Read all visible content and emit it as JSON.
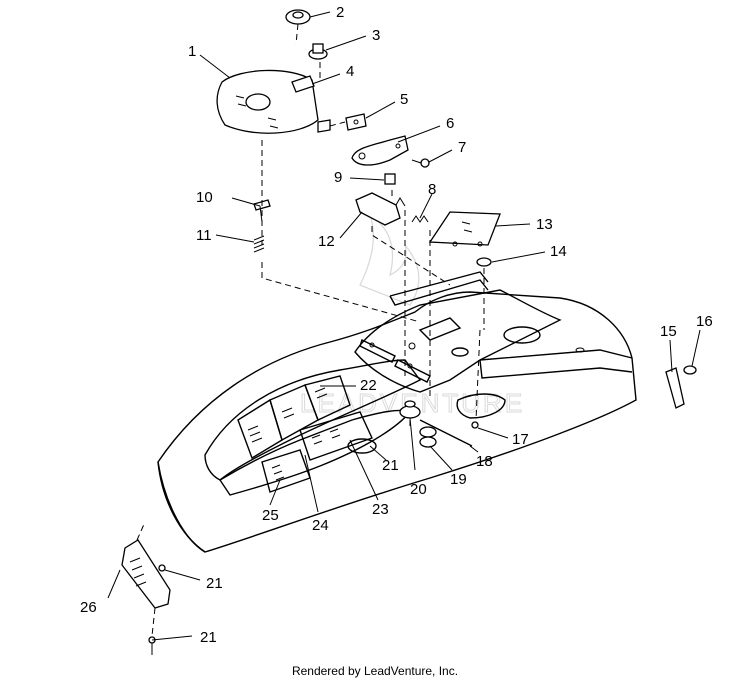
{
  "callouts": {
    "c1": "1",
    "c2": "2",
    "c3": "3",
    "c4": "4",
    "c5": "5",
    "c6": "6",
    "c7": "7",
    "c8": "8",
    "c9": "9",
    "c10": "10",
    "c11": "11",
    "c12": "12",
    "c13": "13",
    "c14": "14",
    "c15": "15",
    "c16": "16",
    "c17": "17",
    "c18": "18",
    "c19": "19",
    "c20": "20",
    "c21a": "21",
    "c21b": "21",
    "c21c": "21",
    "c22": "22",
    "c23": "23",
    "c24": "24",
    "c25": "25",
    "c26": "26"
  },
  "footer": {
    "credit": "Rendered by LeadVenture, Inc."
  }
}
